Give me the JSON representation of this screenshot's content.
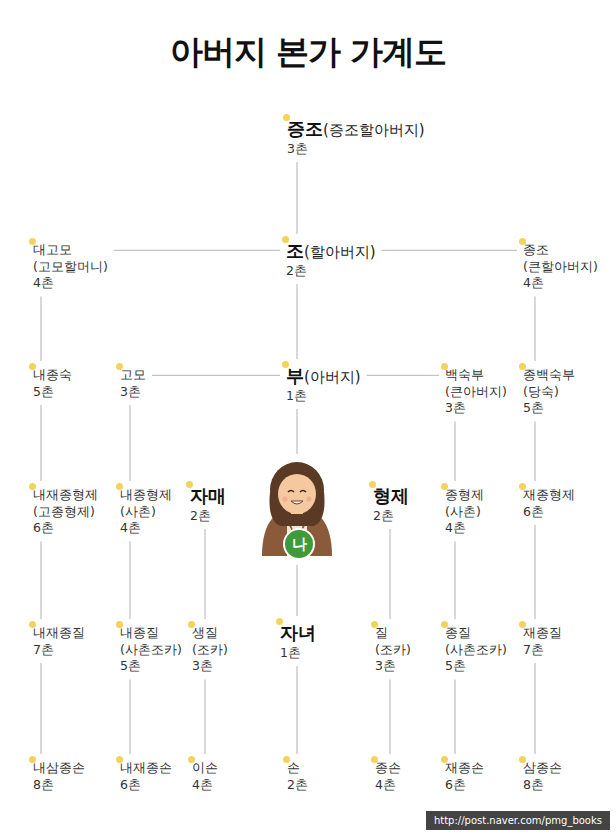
{
  "diagram": {
    "title": "아버지 본가 가계도",
    "nodes": [
      {
        "text": [
          "증조",
          "(증조할아버지)",
          "3촌"
        ]
      },
      {
        "text": [
          "대고모",
          "(고모할머니)",
          "4촌"
        ]
      },
      {
        "text": [
          "조",
          "(할아버지)",
          "2촌"
        ]
      },
      {
        "text": [
          "종조",
          "(큰할아버지)",
          "4촌"
        ]
      },
      {
        "text": [
          "내종숙",
          "5촌"
        ]
      },
      {
        "text": [
          "고모",
          "3촌"
        ]
      },
      {
        "text": [
          "부",
          "(아버지)",
          "1촌"
        ]
      },
      {
        "text": [
          "백숙부",
          "(큰아버지)",
          "3촌"
        ]
      },
      {
        "text": [
          "종백숙부",
          "(당숙)",
          "5촌"
        ]
      },
      {
        "text": [
          "내재종형제",
          "(고종형제)",
          "6촌"
        ]
      },
      {
        "text": [
          "내종형제",
          "(사촌)",
          "4촌"
        ]
      },
      {
        "text": [
          "자매",
          "2촌"
        ]
      },
      {
        "text": [
          "나"
        ]
      },
      {
        "text": [
          "형제",
          "2촌"
        ]
      },
      {
        "text": [
          "종형제",
          "(사촌)",
          "4촌"
        ]
      },
      {
        "text": [
          "재종형제",
          "6촌"
        ]
      },
      {
        "text": [
          "내재종질",
          "7촌"
        ]
      },
      {
        "text": [
          "내종질",
          "(사촌조카)",
          "5촌"
        ]
      },
      {
        "text": [
          "생질",
          "(조카)",
          "3촌"
        ]
      },
      {
        "text": [
          "자녀",
          "1촌"
        ]
      },
      {
        "text": [
          "질",
          "(조카)",
          "3촌"
        ]
      },
      {
        "text": [
          "종질",
          "(사촌조카)",
          "5촌"
        ]
      },
      {
        "text": [
          "재종질",
          "7촌"
        ]
      },
      {
        "text": [
          "내삼종손",
          "8촌"
        ]
      },
      {
        "text": [
          "내재종손",
          "6촌"
        ]
      },
      {
        "text": [
          "이손",
          "4촌"
        ]
      },
      {
        "text": [
          "손",
          "2촌"
        ]
      },
      {
        "text": [
          "종손",
          "4촌"
        ]
      },
      {
        "text": [
          "재종손",
          "6촌"
        ]
      },
      {
        "text": [
          "삼종손",
          "8촌"
        ]
      }
    ],
    "edges": [
      {
        "from": 0,
        "to": 2,
        "arrow": "none"
      },
      {
        "from": 1,
        "to": 2,
        "arrow": "none"
      },
      {
        "from": 2,
        "to": 3,
        "arrow": "none"
      },
      {
        "from": 1,
        "to": 4,
        "arrow": "none"
      },
      {
        "from": 2,
        "to": 6,
        "arrow": "none"
      },
      {
        "from": 3,
        "to": 8,
        "arrow": "none"
      },
      {
        "from": 5,
        "to": 6,
        "arrow": "none"
      },
      {
        "from": 6,
        "to": 7,
        "arrow": "none"
      },
      {
        "from": 4,
        "to": 9,
        "arrow": "none"
      },
      {
        "from": 5,
        "to": 10,
        "arrow": "none"
      },
      {
        "from": 6,
        "to": 12,
        "arrow": "none"
      },
      {
        "from": 7,
        "to": 14,
        "arrow": "none"
      },
      {
        "from": 8,
        "to": 15,
        "arrow": "none"
      },
      {
        "from": 9,
        "to": 16,
        "arrow": "none"
      },
      {
        "from": 10,
        "to": 17,
        "arrow": "none"
      },
      {
        "from": 11,
        "to": 18,
        "arrow": "none"
      },
      {
        "from": 12,
        "to": 19,
        "arrow": "none"
      },
      {
        "from": 13,
        "to": 20,
        "arrow": "none"
      },
      {
        "from": 14,
        "to": 21,
        "arrow": "none"
      },
      {
        "from": 15,
        "to": 22,
        "arrow": "none"
      },
      {
        "from": 16,
        "to": 23,
        "arrow": "none"
      },
      {
        "from": 17,
        "to": 24,
        "arrow": "none"
      },
      {
        "from": 18,
        "to": 25,
        "arrow": "none"
      },
      {
        "from": 19,
        "to": 26,
        "arrow": "none"
      },
      {
        "from": 20,
        "to": 27,
        "arrow": "none"
      },
      {
        "from": 21,
        "to": 28,
        "arrow": "none"
      },
      {
        "from": 22,
        "to": 29,
        "arrow": "none"
      }
    ],
    "labels": [
      "http://post.naver.com/pmg_books"
    ]
  }
}
